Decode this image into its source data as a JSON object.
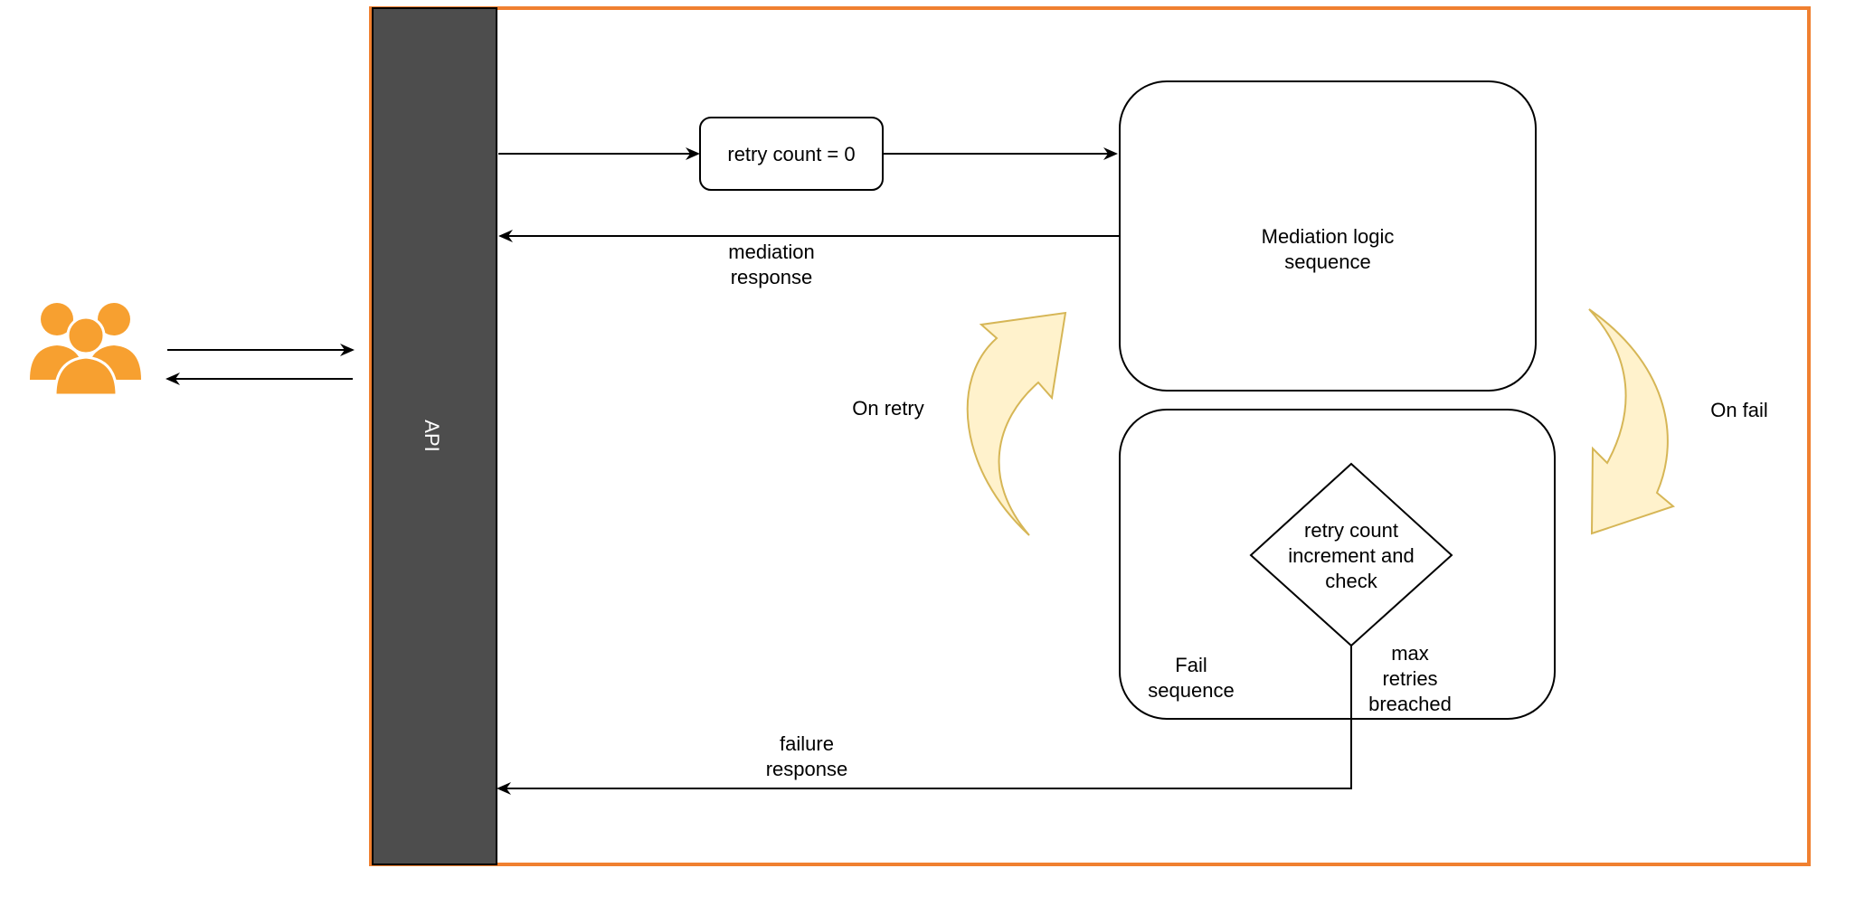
{
  "colors": {
    "boundary": "#f08030",
    "api_fill": "#4d4d4d",
    "users_icon": "#f7a030",
    "curved_arrow_fill": "#fff2cc",
    "curved_arrow_stroke": "#d6b656",
    "line": "#000000"
  },
  "icons": {
    "users": "users-group-icon"
  },
  "api": {
    "label": "API"
  },
  "retry_init": {
    "label": "retry count = 0"
  },
  "mediation": {
    "line1": "Mediation logic",
    "line2": "sequence"
  },
  "mediation_response": {
    "line1": "mediation",
    "line2": "response"
  },
  "on_retry": {
    "label": "On retry"
  },
  "on_fail": {
    "label": "On fail"
  },
  "fail_sequence": {
    "line1": "Fail",
    "line2": "sequence"
  },
  "decision": {
    "line1": "retry count",
    "line2": "increment and",
    "line3": "check"
  },
  "max_retries": {
    "line1": "max",
    "line2": "retries",
    "line3": "breached"
  },
  "failure_response": {
    "line1": "failure",
    "line2": "response"
  }
}
